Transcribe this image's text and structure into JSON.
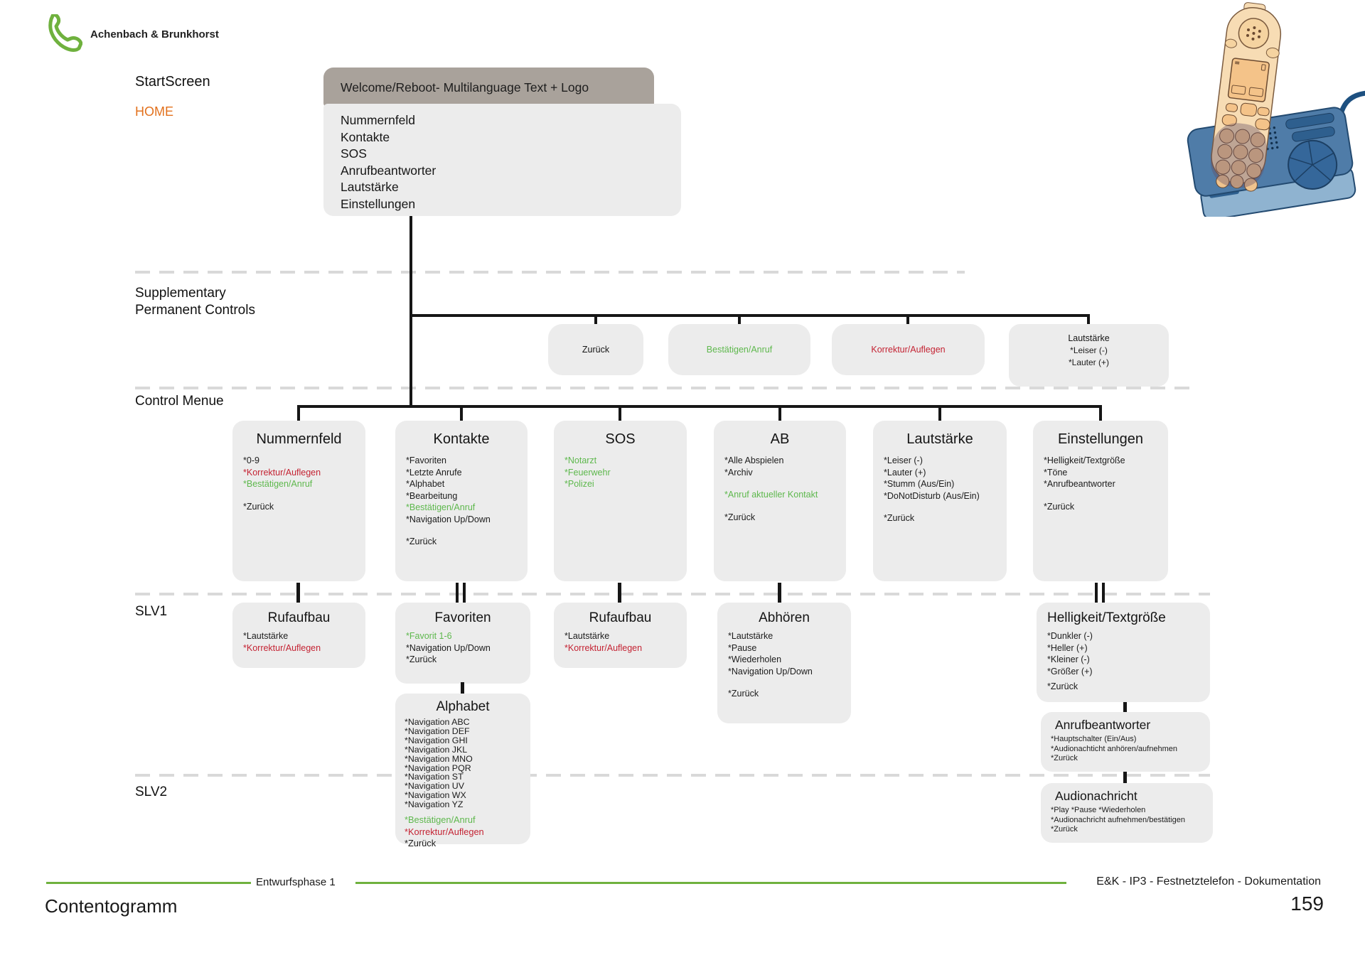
{
  "colors": {
    "green": "#5eb84d",
    "red": "#c42333",
    "orange": "#e2711d",
    "brand_green": "#6fb13e",
    "box_bg": "#ececec",
    "header_bg": "#a9a29b",
    "line_dark": "#161616",
    "dash_gray": "#d9d9d9"
  },
  "icons": {
    "logo": "green-phone-handset-icon",
    "illustration": "cordless-phone-with-base-station"
  },
  "header": {
    "brand": "Achenbach & Brunkhorst"
  },
  "row_labels": {
    "start_screen": "StartScreen",
    "home": "HOME",
    "supplementary_1": "Supplementary",
    "supplementary_2": "Permanent Controls",
    "control_menue": "Control Menue",
    "slv1": "SLV1",
    "slv2": "SLV2"
  },
  "start_screen": {
    "title": "Welcome/Reboot- Multilanguage Text + Logo",
    "items": [
      "Nummernfeld",
      "Kontakte",
      "SOS",
      "Anrufbeantworter",
      "Lautstärke",
      "Einstellungen"
    ]
  },
  "supplementary": {
    "buttons": [
      {
        "label": "Zurück",
        "c": "black"
      },
      {
        "label": "Bestätigen/Anruf",
        "c": "green"
      },
      {
        "label": "Korrektur/Auflegen",
        "c": "red"
      }
    ],
    "volume": {
      "title": "Lautstärke",
      "items": [
        {
          "t": "*Leiser (-)"
        },
        {
          "t": "*Lauter (+)"
        }
      ]
    }
  },
  "control_menu": [
    {
      "title": "Nummernfeld",
      "items": [
        {
          "t": "*0-9"
        },
        {
          "t": "*Korrektur/Auflegen",
          "c": "red"
        },
        {
          "t": "*Bestätigen/Anruf",
          "c": "green"
        },
        {
          "t": ""
        },
        {
          "t": "*Zurück"
        }
      ]
    },
    {
      "title": "Kontakte",
      "items": [
        {
          "t": "*Favoriten"
        },
        {
          "t": "*Letzte Anrufe"
        },
        {
          "t": "*Alphabet"
        },
        {
          "t": "*Bearbeitung"
        },
        {
          "t": "*Bestätigen/Anruf",
          "c": "green"
        },
        {
          "t": "*Navigation Up/Down"
        },
        {
          "t": ""
        },
        {
          "t": "*Zurück"
        }
      ]
    },
    {
      "title": "SOS",
      "items": [
        {
          "t": "*Notarzt",
          "c": "green"
        },
        {
          "t": "*Feuerwehr",
          "c": "green"
        },
        {
          "t": "*Polizei",
          "c": "green"
        }
      ]
    },
    {
      "title": "AB",
      "items": [
        {
          "t": "*Alle Abspielen"
        },
        {
          "t": "*Archiv"
        },
        {
          "t": ""
        },
        {
          "t": "*Anruf aktueller Kontakt",
          "c": "green"
        },
        {
          "t": ""
        },
        {
          "t": "*Zurück"
        }
      ]
    },
    {
      "title": "Lautstärke",
      "items": [
        {
          "t": "*Leiser (-)"
        },
        {
          "t": "*Lauter (+)"
        },
        {
          "t": "*Stumm (Aus/Ein)"
        },
        {
          "t": "*DoNotDisturb (Aus/Ein)"
        },
        {
          "t": ""
        },
        {
          "t": "*Zurück"
        }
      ]
    },
    {
      "title": "Einstellungen",
      "items": [
        {
          "t": "*Helligkeit/Textgröße"
        },
        {
          "t": "*Töne"
        },
        {
          "t": "*Anrufbeantworter"
        },
        {
          "t": ""
        },
        {
          "t": "*Zurück"
        }
      ]
    }
  ],
  "slv1_boxes": [
    {
      "title": "Rufaufbau",
      "items": [
        {
          "t": "*Lautstärke"
        },
        {
          "t": "*Korrektur/Auflegen",
          "c": "red"
        }
      ]
    },
    {
      "title": "Favoriten",
      "items": [
        {
          "t": "*Favorit 1-6",
          "c": "green"
        },
        {
          "t": "*Navigation Up/Down"
        },
        {
          "t": "*Zurück"
        }
      ]
    },
    {
      "title": "Rufaufbau",
      "items": [
        {
          "t": "*Lautstärke"
        },
        {
          "t": "*Korrektur/Auflegen",
          "c": "red"
        }
      ]
    },
    {
      "title": "Abhören",
      "items": [
        {
          "t": "*Lautstärke"
        },
        {
          "t": "*Pause"
        },
        {
          "t": "*Wiederholen"
        },
        {
          "t": "*Navigation Up/Down"
        },
        {
          "t": ""
        },
        {
          "t": "*Zurück"
        }
      ]
    },
    {
      "title": "Helligkeit/Textgröße",
      "items": [
        {
          "t": "*Dunkler (-)"
        },
        {
          "t": "*Heller (+)"
        },
        {
          "t": "*Kleiner (-)"
        },
        {
          "t": "*Größer (+)"
        },
        {
          "t": ""
        },
        {
          "t": "*Zurück"
        }
      ]
    }
  ],
  "alphabet": {
    "title": "Alphabet",
    "items": [
      {
        "t": "*Navigation ABC"
      },
      {
        "t": "*Navigation DEF"
      },
      {
        "t": "*Navigation GHI"
      },
      {
        "t": "*Navigation JKL"
      },
      {
        "t": "*Navigation MNO"
      },
      {
        "t": "*Navigation PQR"
      },
      {
        "t": "*Navigation ST"
      },
      {
        "t": "*Navigation UV"
      },
      {
        "t": "*Navigation WX"
      },
      {
        "t": "*Navigation YZ"
      },
      {
        "t": ""
      },
      {
        "t": "*Bestätigen/Anruf",
        "c": "green"
      },
      {
        "t": "*Korrektur/Auflegen",
        "c": "red"
      },
      {
        "t": "*Zurück"
      }
    ]
  },
  "anrufbeantworter": {
    "title": "Anrufbeantworter",
    "items": [
      {
        "t": "*Hauptschalter (Ein/Aus)"
      },
      {
        "t": "*Audionachticht anhören/aufnehmen"
      },
      {
        "t": "*Zurück"
      }
    ]
  },
  "audionachricht": {
    "title": "Audionachricht",
    "items": [
      {
        "t": "*Play *Pause *Wiederholen"
      },
      {
        "t": "*Audionachricht aufnehmen/bestätigen"
      },
      {
        "t": "*Zurück"
      }
    ]
  },
  "footer": {
    "phase": "Entwurfsphase 1",
    "document": "E&K - IP3 - Festnetztelefon - Dokumentation",
    "page_title": "Contentogramm",
    "page_number": "159"
  }
}
